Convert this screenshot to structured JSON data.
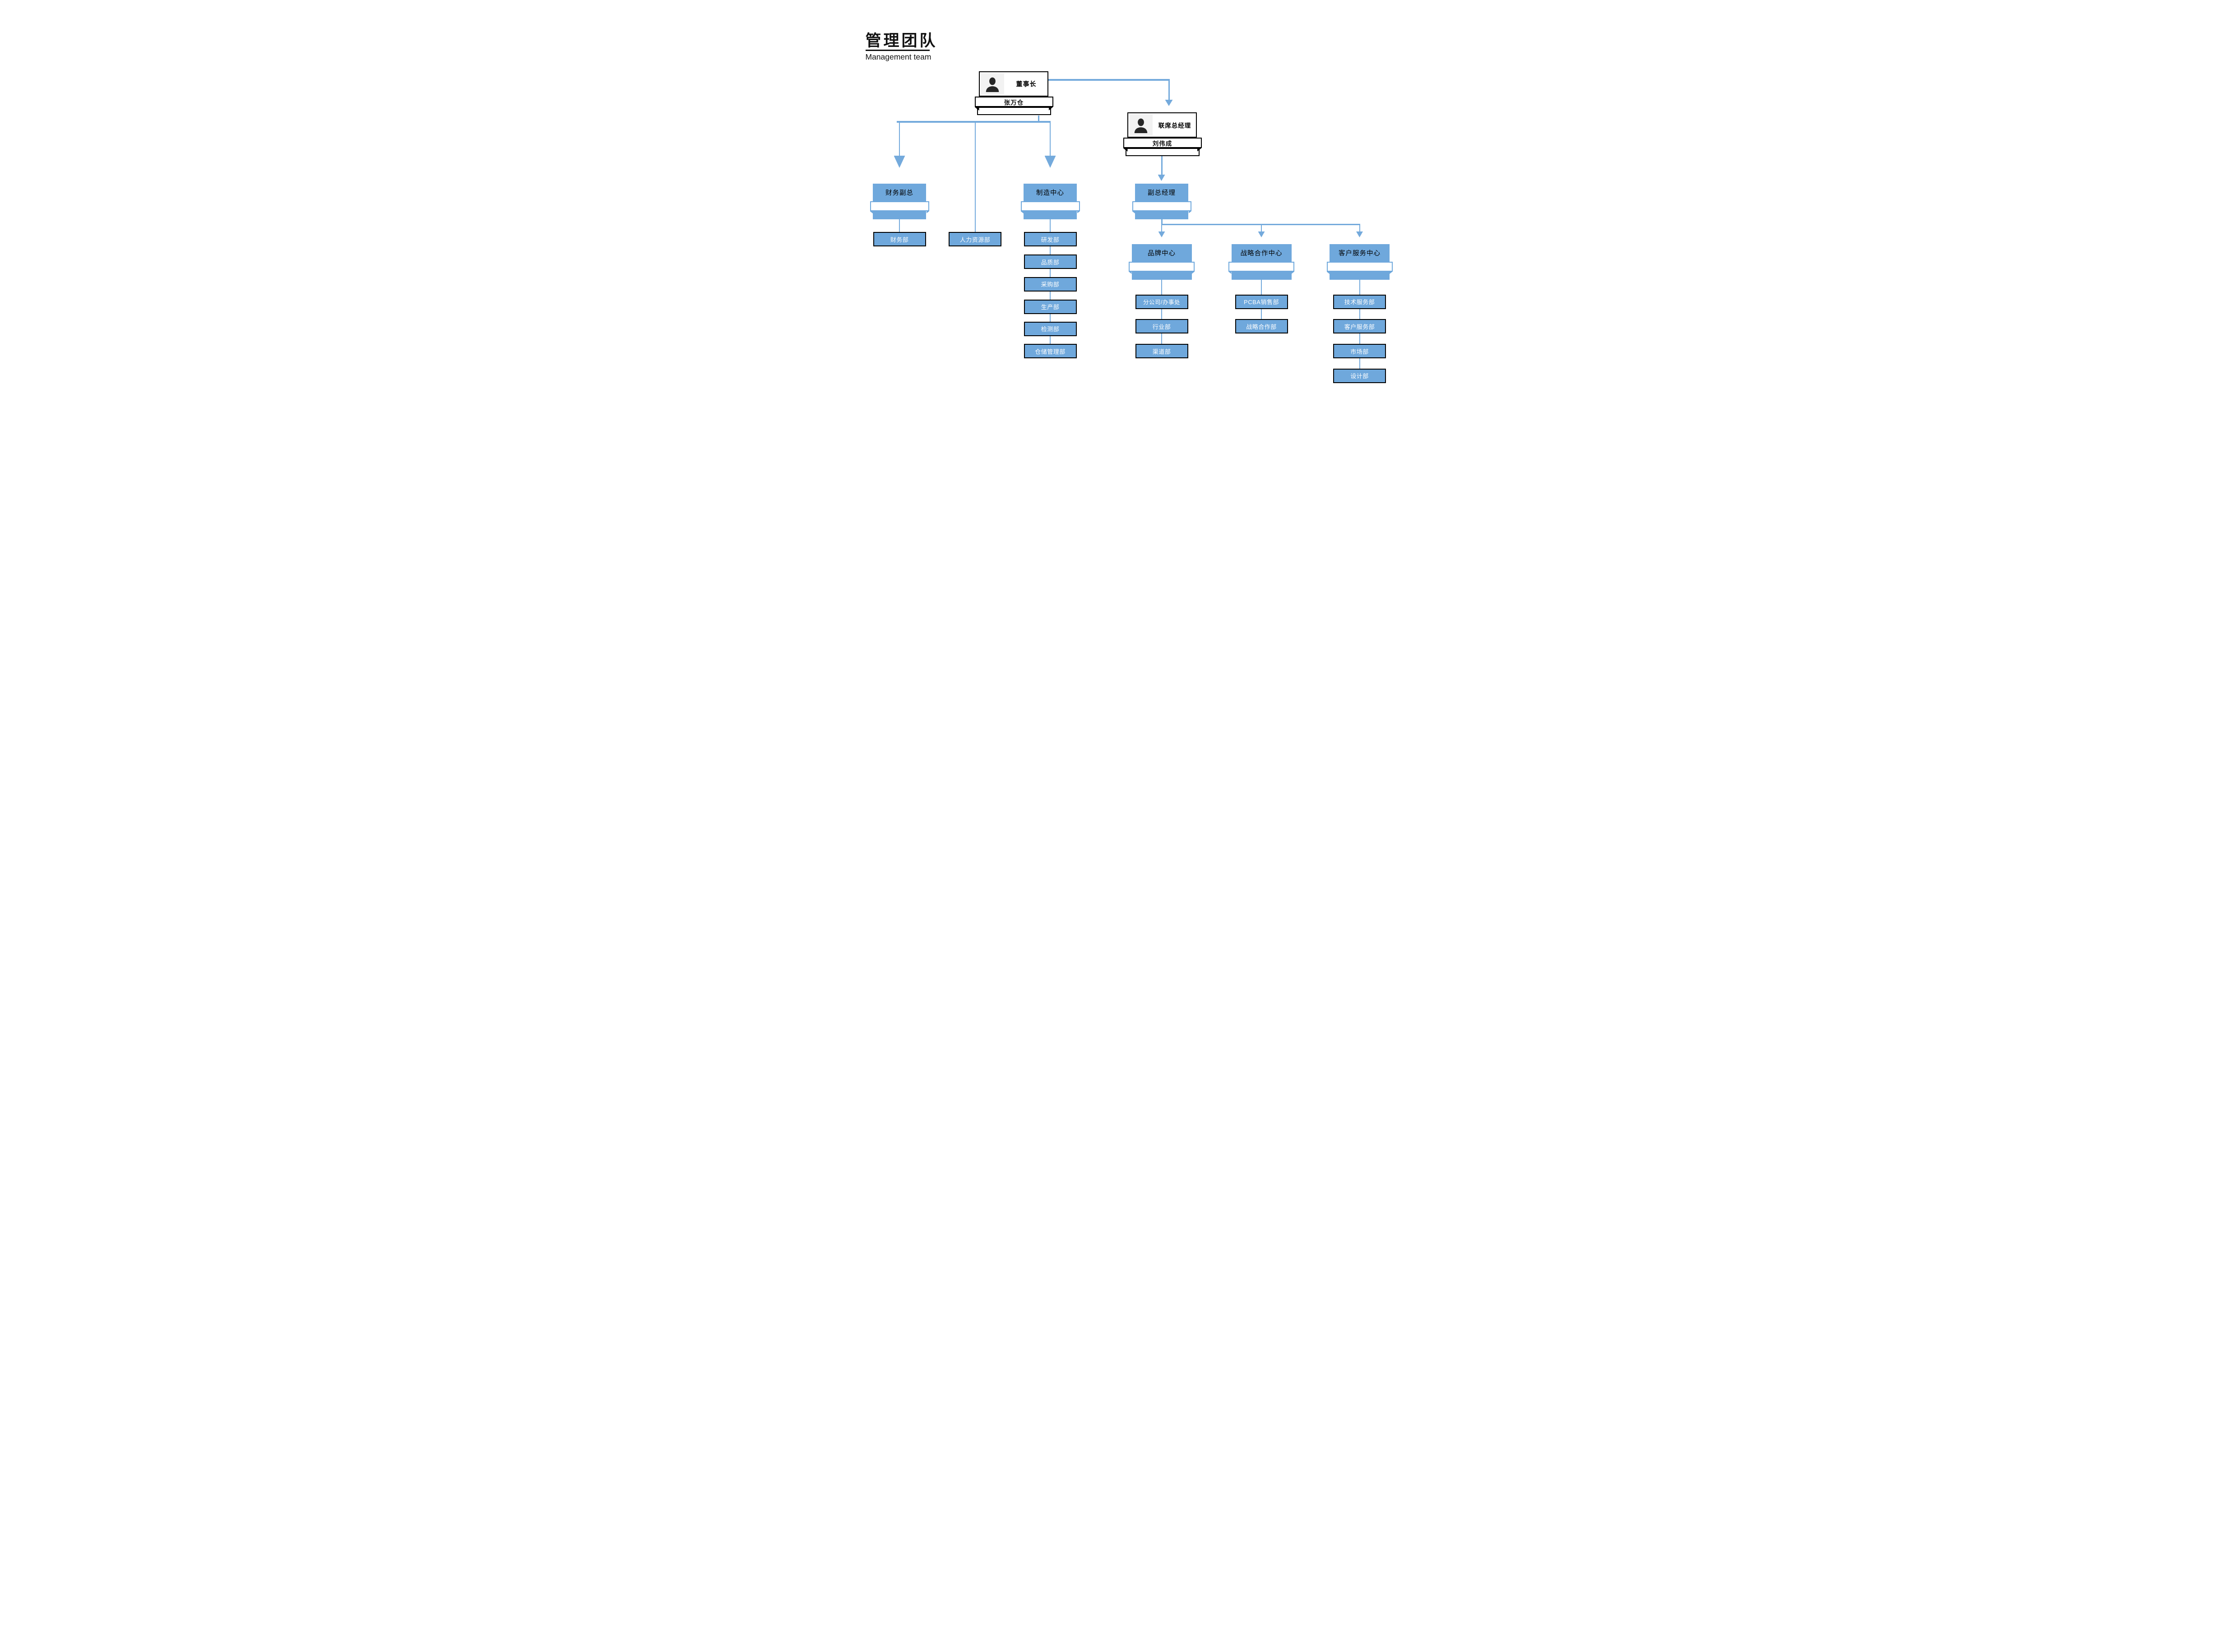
{
  "page": {
    "title_zh": "管理团队",
    "title_en": "Management team"
  },
  "chairman": {
    "title": "董事长",
    "name": "张万仓"
  },
  "co_general_manager": {
    "title": "联席总经理",
    "name": "刘伟成"
  },
  "branches": {
    "finance_vp": {
      "label": "财务副总",
      "departments": [
        "财务部"
      ]
    },
    "hr_department": "人力资源部",
    "manufacturing_center": {
      "label": "制造中心",
      "departments": [
        "研发部",
        "品质部",
        "采购部",
        "生产部",
        "检测部",
        "仓储管理部"
      ]
    },
    "deputy_gm": {
      "label": "副总经理"
    },
    "brand_center": {
      "label": "品牌中心",
      "departments": [
        "分公司/办事处",
        "行业部",
        "渠道部"
      ]
    },
    "strategic_center": {
      "label": "战略合作中心",
      "departments": [
        "PCBA销售部",
        "战略合作部"
      ]
    },
    "customer_center": {
      "label": "客户服务中心",
      "departments": [
        "技术服务部",
        "客户服务部",
        "市场部",
        "设计部"
      ]
    }
  },
  "colors": {
    "node_blue": "#6FA8DC",
    "line_blue": "#74AADC",
    "border_black": "#000000",
    "photo_bg": "#F2F2F2",
    "text_white": "#FFFFFF"
  }
}
